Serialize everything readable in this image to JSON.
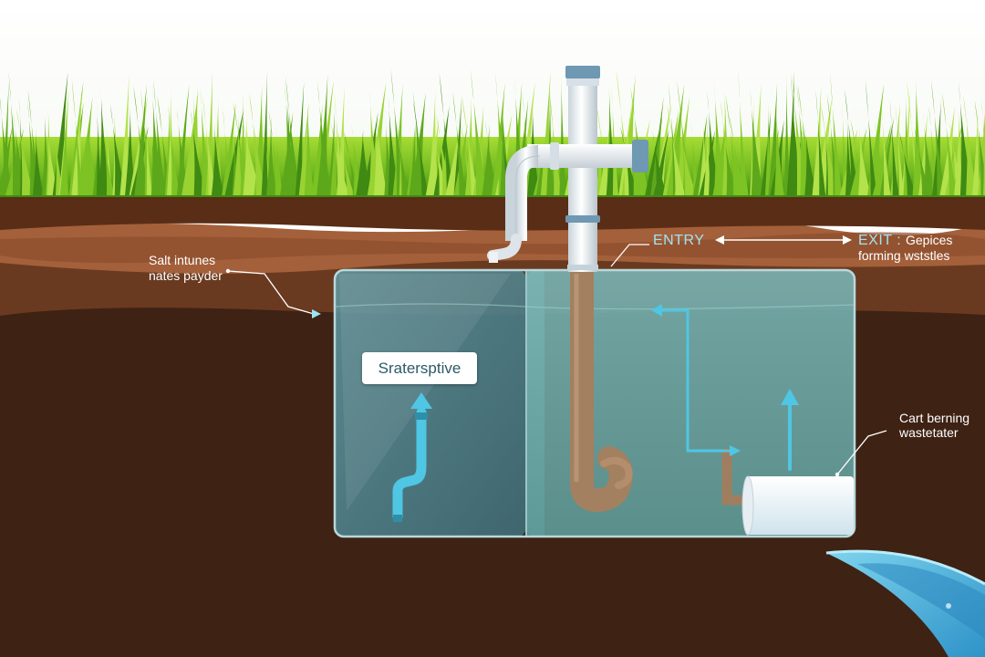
{
  "labels": {
    "salt_line1": "Salt intunes",
    "salt_line2": "nates payder",
    "entry": "ENTRY",
    "exit": "EXIT :",
    "exit_note_line1": "Gepices",
    "exit_note_line2": "forming wststles",
    "box_label": "Sratersptive",
    "cart_line1": "Cart berning",
    "cart_line2": "wastetater"
  },
  "colors": {
    "grass": "#7cc323",
    "grass_dark": "#3f8a12",
    "soil_top": "#5a2e17",
    "soil_band": "#9a5a35",
    "soil_deep": "#3d2113",
    "tank_water": "#6fa9ad",
    "arrow_cyan": "#4fc6e3",
    "pipe_white": "#eef2f5",
    "pipe_brown": "#a07f62"
  }
}
